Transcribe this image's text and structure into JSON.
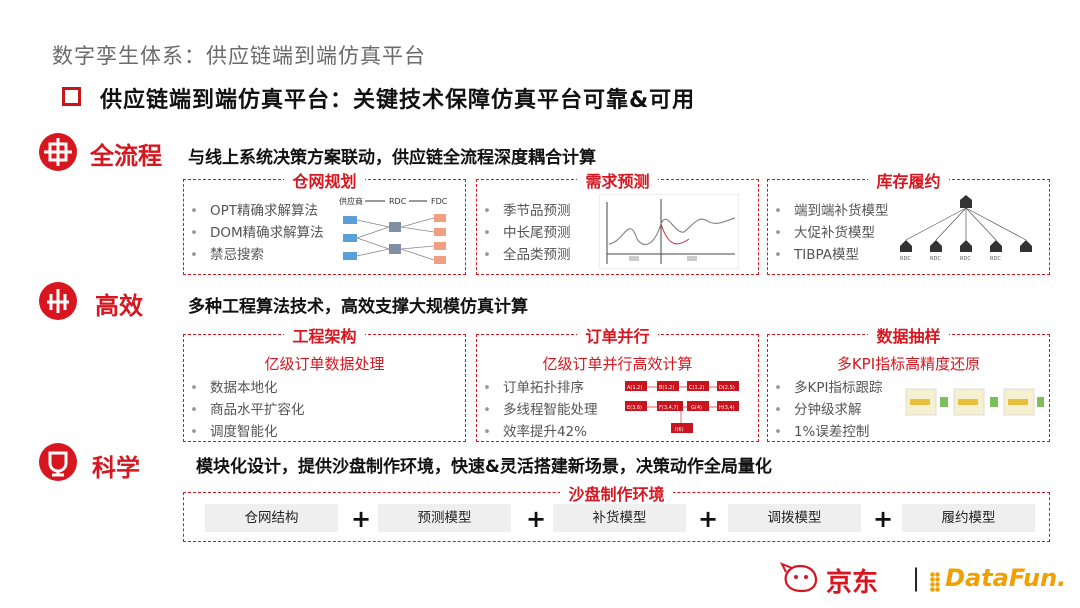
{
  "breadcrumb": "数字孪生体系：供应链端到端仿真平台",
  "title": "供应链端到端仿真平台：关键技术保障仿真平台可靠&可用",
  "sections": {
    "full_process": {
      "label": "全流程",
      "desc": "与线上系统决策方案联动，供应链全流程深度耦合计算",
      "boxes": [
        {
          "title": "仓网规划",
          "items": [
            "OPT精确求解算法",
            "DOM精确求解算法",
            "禁忌搜索"
          ],
          "diagram_labels": [
            "供应商",
            "RDC",
            "FDC"
          ]
        },
        {
          "title": "需求预测",
          "items": [
            "季节品预测",
            "中长尾预测",
            "全品类预测"
          ]
        },
        {
          "title": "库存履约",
          "items": [
            "端到端补货模型",
            "大促补货模型",
            "TIBPA模型"
          ],
          "diagram_labels": [
            "RDC",
            "RDC",
            "RDC",
            "RDC"
          ]
        }
      ]
    },
    "efficiency": {
      "label": "高效",
      "desc": "多种工程算法技术，高效支撑大规模仿真计算",
      "boxes": [
        {
          "title": "工程架构",
          "subtitle": "亿级订单数据处理",
          "items": [
            "数据本地化",
            "商品水平扩容化",
            "调度智能化"
          ]
        },
        {
          "title": "订单并行",
          "subtitle": "亿级订单并行高效计算",
          "items": [
            "订单拓扑排序",
            "多线程智能处理",
            "效率提升42%"
          ],
          "nodes": [
            "A(1,2)",
            "B(1,2)",
            "C(1,2)",
            "D(2,5)",
            "E(3,6)",
            "F(3,4,7)",
            "G(4)",
            "H(3,4)",
            "I(6)"
          ]
        },
        {
          "title": "数据抽样",
          "subtitle": "多KPI指标高精度还原",
          "items": [
            "多KPI指标跟踪",
            "分钟级求解",
            "1%误差控制"
          ]
        }
      ]
    },
    "science": {
      "label": "科学",
      "desc": "模块化设计，提供沙盘制作环境，快速&灵活搭建新场景，决策动作全局量化",
      "sandbox": {
        "title": "沙盘制作环境",
        "modules": [
          "仓网结构",
          "预测模型",
          "补货模型",
          "调拨模型",
          "履约模型"
        ],
        "plus": "+"
      }
    }
  },
  "logos": {
    "jd": "京东",
    "separator": "|",
    "datafun": "DataFun."
  },
  "colors": {
    "accent": "#d7161f",
    "text": "#111111",
    "muted": "#555555"
  }
}
